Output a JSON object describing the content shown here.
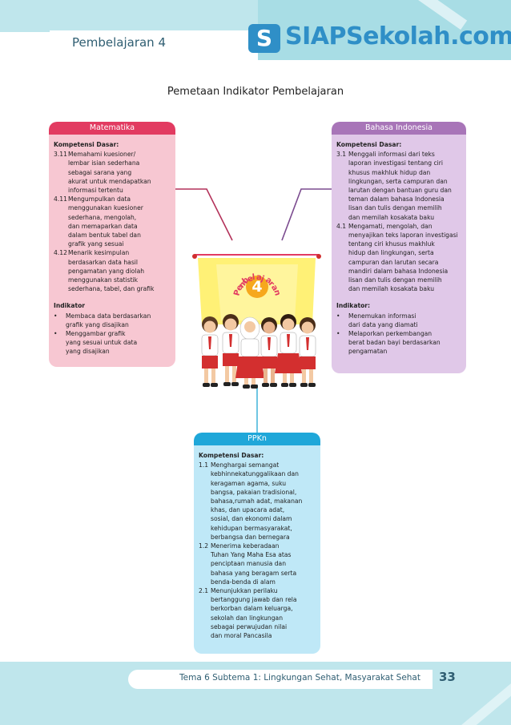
{
  "header": {
    "lesson_title": "Pembelajaran 4",
    "logo_letter": "S",
    "logo_text": "SIAPSekolah.com"
  },
  "page_heading": "Pemetaan Indikator Pembelajaran",
  "center_banner": {
    "word": "Pembelajaran",
    "number": "4"
  },
  "matematika": {
    "title": "Matematika",
    "kd_label": "Kompetensi Dasar:",
    "kd": [
      {
        "num": "3.11",
        "lines": [
          "Memahami kuesioner/",
          "lembar isian sederhana",
          "sebagai sarana yang",
          "akurat untuk mendapatkan",
          "informasi tertentu"
        ]
      },
      {
        "num": "4.11",
        "lines": [
          "Mengumpulkan data",
          "menggunakan kuesioner",
          "sederhana, mengolah,",
          "dan memaparkan data",
          "dalam bentuk tabel dan",
          "grafik yang sesuai"
        ]
      },
      {
        "num": "4.12",
        "lines": [
          "Menarik kesimpulan",
          "berdasarkan data hasil",
          "pengamatan yang diolah",
          "menggunakan statistik",
          "sederhana, tabel, dan grafik"
        ]
      }
    ],
    "ind_label": "Indikator",
    "ind": [
      {
        "num": "•",
        "lines": [
          "Membaca data berdasarkan",
          "grafik yang disajikan"
        ]
      },
      {
        "num": "•",
        "lines": [
          "Menggambar grafik",
          "yang sesuai untuk data",
          "yang disajikan"
        ]
      }
    ]
  },
  "bahasa": {
    "title": "Bahasa Indonesia",
    "kd_label": "Kompetensi Dasar:",
    "kd": [
      {
        "num": "3.1",
        "lines": [
          "Menggali informasi dari teks",
          "laporan investigasi tentang ciri",
          "khusus makhluk hidup dan",
          "lingkungan, serta campuran dan",
          "larutan dengan bantuan guru dan",
          "teman dalam bahasa Indonesia",
          "lisan dan tulis dengan memilih",
          "dan memilah kosakata baku"
        ]
      },
      {
        "num": "4.1",
        "lines": [
          "Mengamati, mengolah, dan",
          "menyajikan teks laporan investigasi",
          "tentang ciri khusus makhluk",
          "hidup dan lingkungan, serta",
          "campuran dan larutan secara",
          "mandiri dalam bahasa Indonesia",
          "lisan dan tulis dengan memilih",
          "dan memilah kosakata baku"
        ]
      }
    ],
    "ind_label": "Indikator:",
    "ind": [
      {
        "num": "•",
        "lines": [
          "Menemukan informasi",
          "dari data yang diamati"
        ]
      },
      {
        "num": "•",
        "lines": [
          "Melaporkan perkembangan",
          "berat badan bayi berdasarkan",
          "pengamatan"
        ]
      }
    ]
  },
  "ppkn": {
    "title": "PPKn",
    "kd_label": "Kompetensi Dasar:",
    "kd": [
      {
        "num": "1.1",
        "lines": [
          "Menghargai semangat",
          "kebhinnekatunggalikaan dan",
          "keragaman agama, suku",
          "bangsa, pakaian tradisional,",
          "bahasa,rumah adat, makanan",
          "khas, dan upacara adat,",
          "sosial, dan ekonomi dalam",
          "kehidupan bermasyarakat,",
          "berbangsa dan bernegara"
        ]
      },
      {
        "num": "1.2",
        "lines": [
          "Menerima keberadaan",
          "Tuhan Yang Maha Esa atas",
          "penciptaan manusia dan",
          "bahasa yang beragam serta",
          "benda-benda di alam"
        ]
      },
      {
        "num": "2.1",
        "lines": [
          "Menunjukkan perilaku",
          "bertanggung jawab dan rela",
          "berkorban dalam keluarga,",
          "sekolah dan lingkungan",
          "sebagai perwujudan nilai",
          "dan moral Pancasila"
        ]
      }
    ]
  },
  "footer": {
    "theme_text": "Tema 6 Subtema 1: Lingkungan Sehat, Masyarakat Sehat",
    "page_number": "33"
  },
  "colors": {
    "matematika": "#e23b61",
    "bahasa": "#a875b8",
    "ppkn": "#1fa7d9",
    "accent_band": "#bfe6ec"
  }
}
